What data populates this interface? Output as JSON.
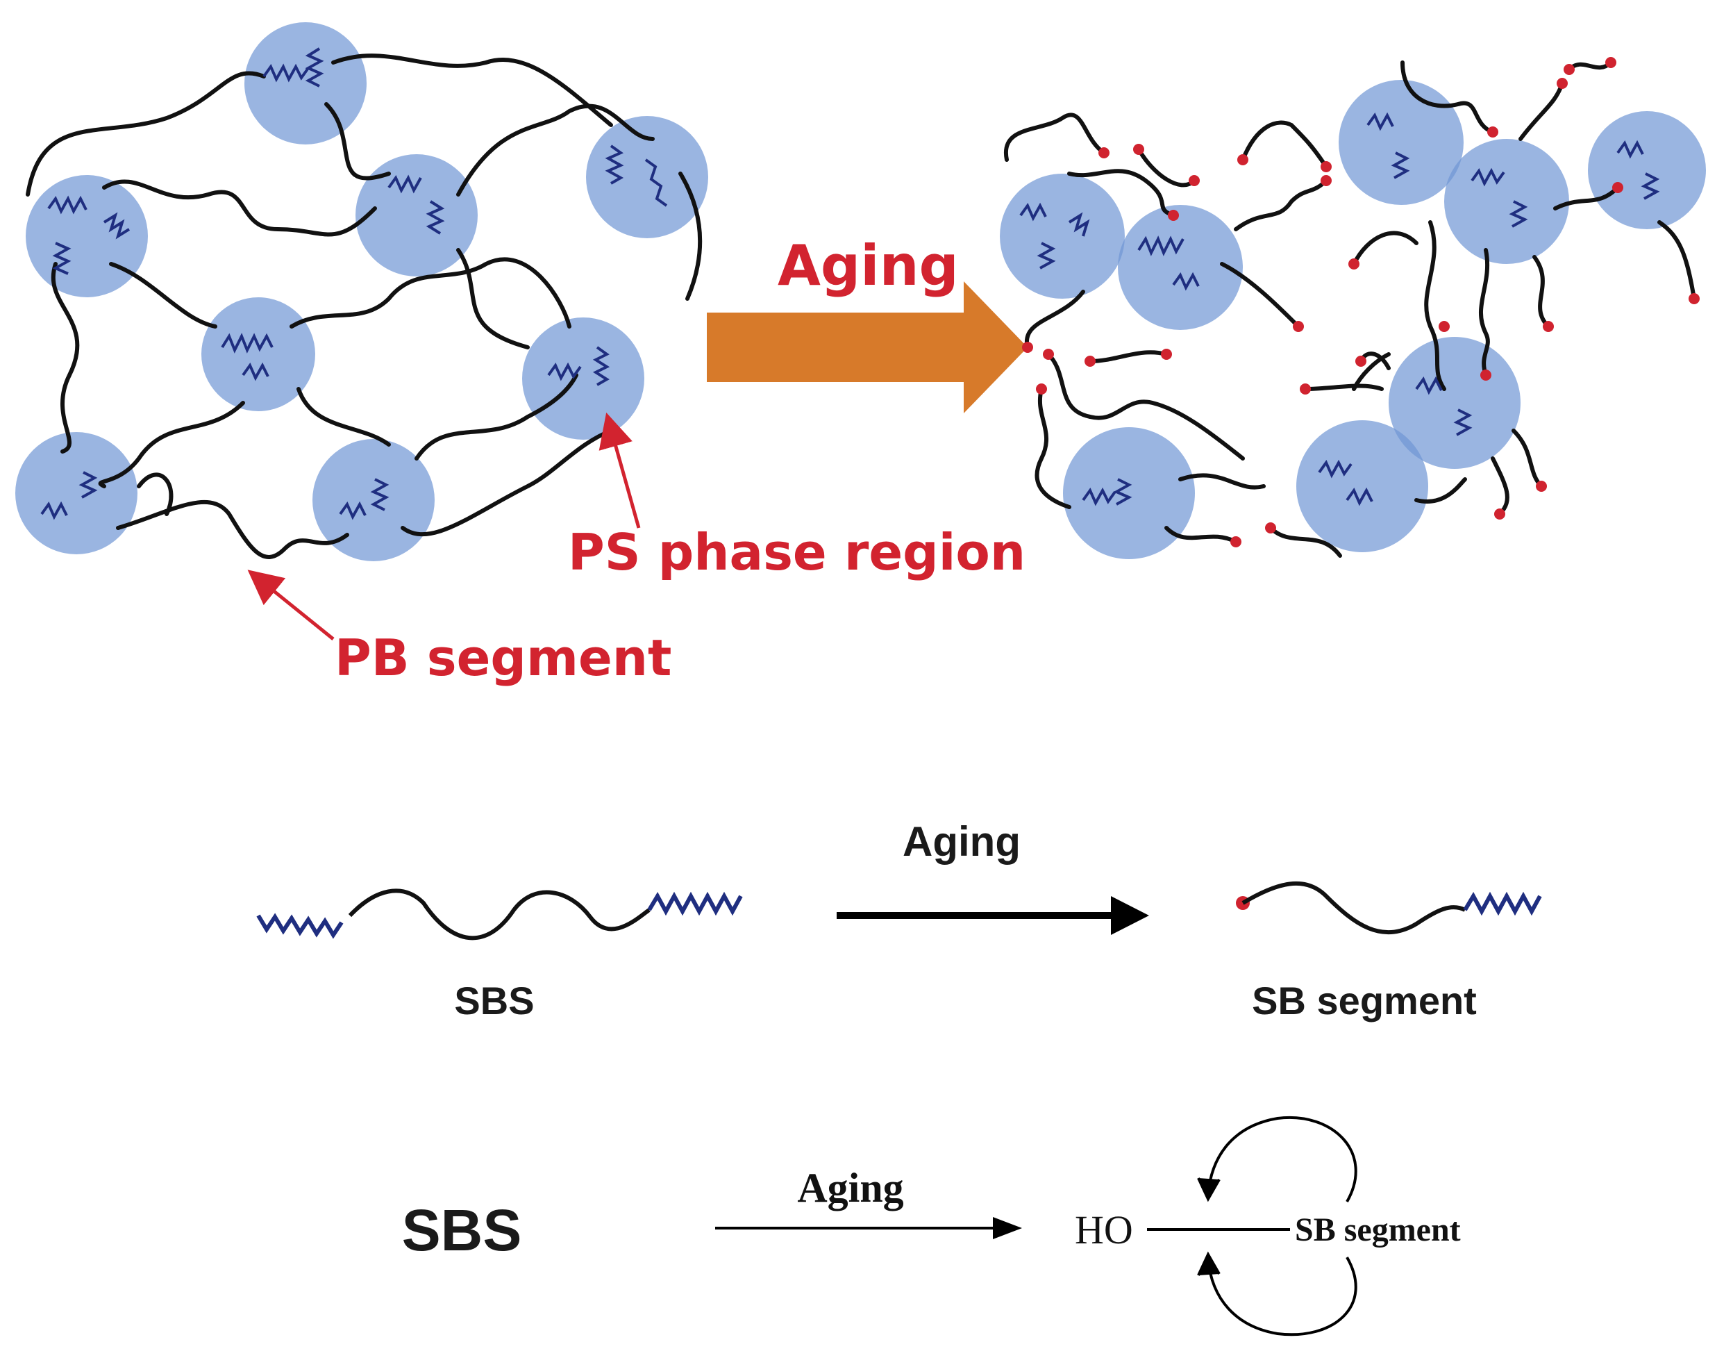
{
  "colors": {
    "ps_domain": "#6f95d4",
    "pb_chain": "#111111",
    "ps_chain": "#1f2e80",
    "label_red": "#d2232f",
    "aging_arrow": "#d77a2a",
    "chain_end": "#d0232f"
  },
  "top_panel": {
    "aging_label": "Aging",
    "ps_phase_label": "PS phase region",
    "pb_segment_label": "PB segment"
  },
  "middle_panel": {
    "aging_label": "Aging",
    "sbs_label": "SBS",
    "sb_segment_label": "SB segment"
  },
  "bottom_panel": {
    "sbs_label": "SBS",
    "aging_label": "Aging",
    "ho_label": "HO",
    "sb_segment_label": "SB segment"
  }
}
